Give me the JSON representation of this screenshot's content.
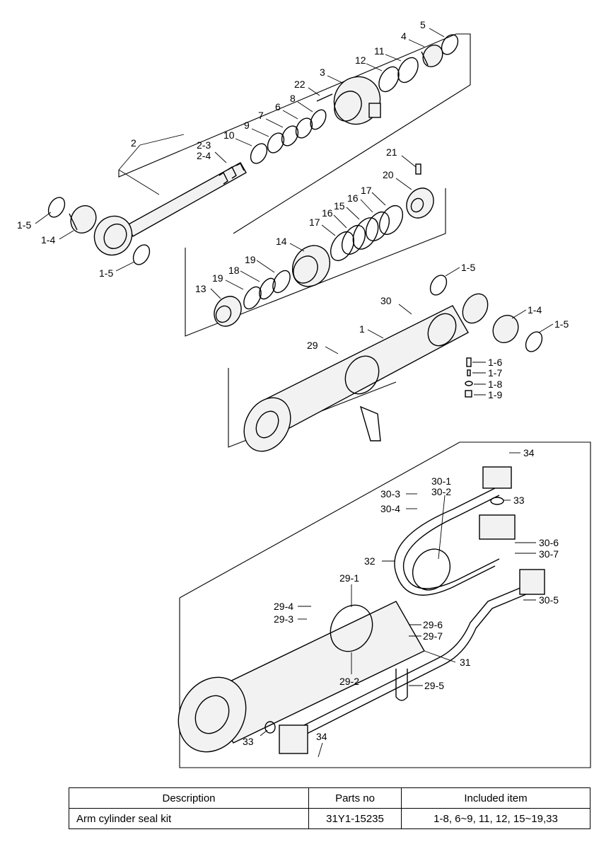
{
  "labels": {
    "l5": "5",
    "l4": "4",
    "l11": "11",
    "l12": "12",
    "l3": "3",
    "l22": "22",
    "l8": "8",
    "l6": "6",
    "l7": "7",
    "l9": "9",
    "l10": "10",
    "l2": "2",
    "l2_3": "2-3",
    "l2_4": "2-4",
    "l1_5a": "1-5",
    "l1_4a": "1-4",
    "l1_5b": "1-5",
    "l21": "21",
    "l20": "20",
    "l17a": "17",
    "l16a": "16",
    "l15": "15",
    "l16b": "16",
    "l17b": "17",
    "l14": "14",
    "l19a": "19",
    "l18": "18",
    "l19b": "19",
    "l13": "13",
    "l1_5c": "1-5",
    "l1_4b": "1-4",
    "l1_5d": "1-5",
    "l30": "30",
    "l1": "1",
    "l29": "29",
    "l1_6": "1-6",
    "l1_7": "1-7",
    "l1_8": "1-8",
    "l1_9": "1-9",
    "l34a": "34",
    "l30_1": "30-1",
    "l30_2": "30-2",
    "l30_3": "30-3",
    "l30_4": "30-4",
    "l33a": "33",
    "l32": "32",
    "l30_6": "30-6",
    "l30_7": "30-7",
    "l29_1": "29-1",
    "l30_5": "30-5",
    "l29_4": "29-4",
    "l29_3": "29-3",
    "l29_6": "29-6",
    "l29_7": "29-7",
    "l31": "31",
    "l29_2": "29-2",
    "l29_5": "29-5",
    "l33b": "33",
    "l34b": "34"
  },
  "table": {
    "headers": {
      "description": "Description",
      "parts_no": "Parts no",
      "included": "Included item"
    },
    "row": {
      "description": "Arm cylinder seal kit",
      "parts_no": "31Y1-15235",
      "included": "1-8, 6~9, 11, 12, 15~19,33"
    }
  }
}
